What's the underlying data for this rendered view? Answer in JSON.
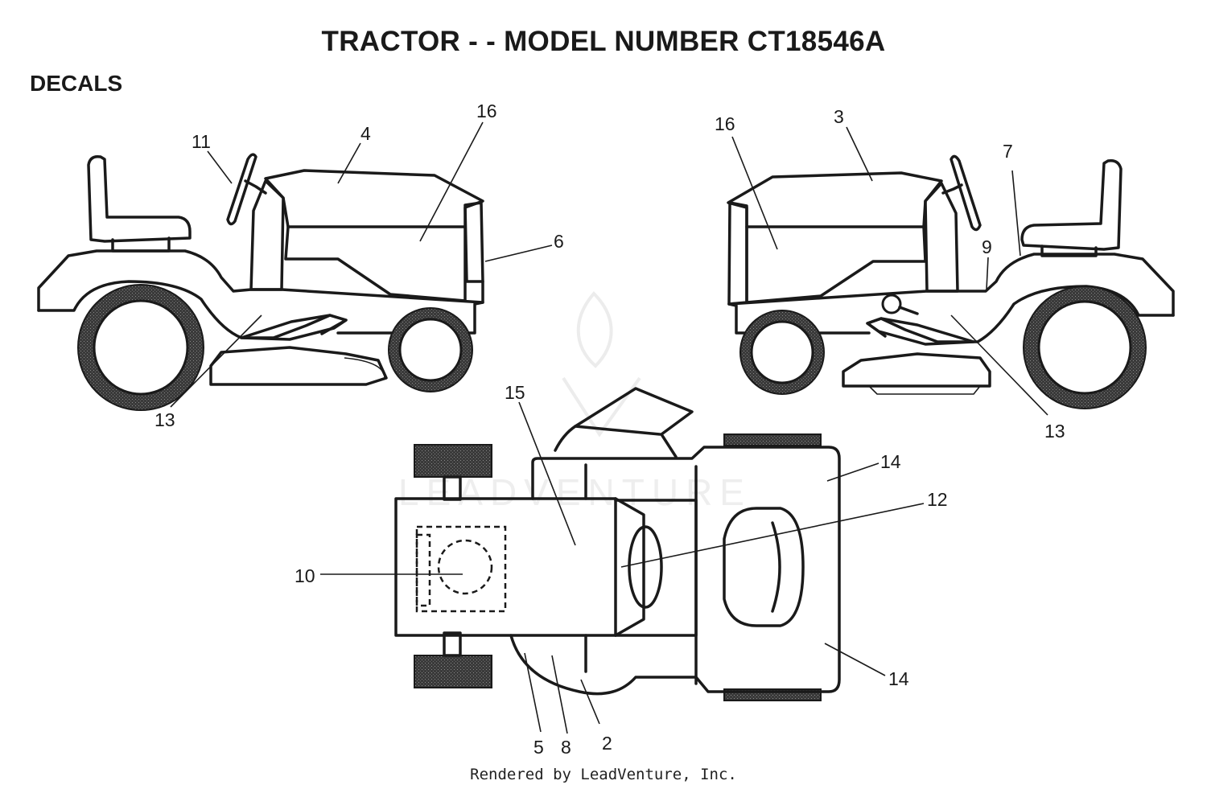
{
  "title": "TRACTOR - - MODEL NUMBER CT18546A",
  "section_label": "DECALS",
  "footer": "Rendered by LeadVenture, Inc.",
  "watermark": "LEADVENTURE",
  "callouts": {
    "left_view": [
      "11",
      "4",
      "16",
      "6",
      "13"
    ],
    "right_view": [
      "16",
      "3",
      "7",
      "9",
      "13"
    ],
    "top_view": [
      "15",
      "14",
      "12",
      "10",
      "14",
      "5",
      "8",
      "2"
    ]
  },
  "colors": {
    "line": "#1a1a1a",
    "tire": "#3a3a3a",
    "watermark": "#ececec"
  }
}
